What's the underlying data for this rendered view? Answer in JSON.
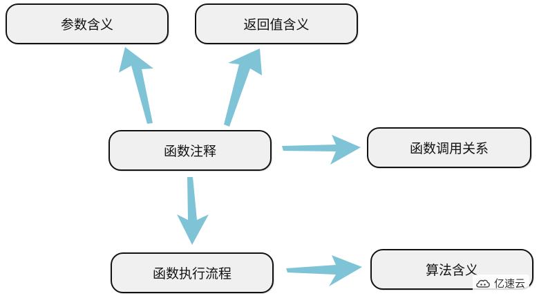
{
  "nodes": {
    "params": "参数含义",
    "return_value": "返回值含义",
    "comment": "函数注释",
    "calls": "函数调用关系",
    "flow": "函数执行流程",
    "algorithm": "算法含义"
  },
  "watermark": {
    "text": "亿速云"
  },
  "colors": {
    "arrow": "#7ec4d6",
    "node_fill": "#f0f0f0",
    "node_border": "#111111"
  }
}
